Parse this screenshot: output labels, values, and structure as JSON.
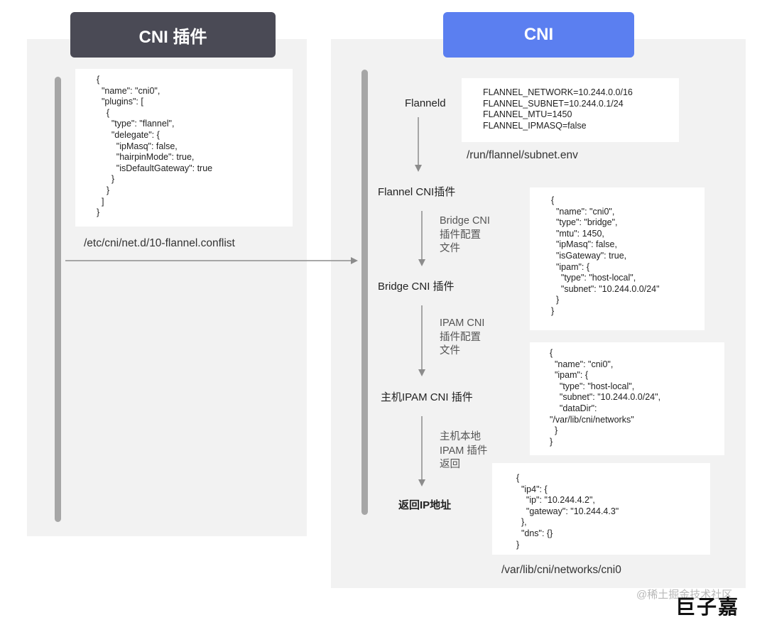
{
  "left": {
    "title": "CNI 插件",
    "config_json": "{\n  \"name\": \"cni0\",\n  \"plugins\": [\n    {\n      \"type\": \"flannel\",\n      \"delegate\": {\n        \"ipMasq\": false,\n        \"hairpinMode\": true,\n        \"isDefaultGateway\": true\n      }\n    }\n  ]\n}",
    "config_path": "/etc/cni/net.d/10-flannel.conflist"
  },
  "right": {
    "title": "CNI",
    "steps": {
      "flanneld": "Flanneld",
      "flannel_cni": "Flannel CNI插件",
      "bridge_cni": "Bridge CNI 插件",
      "host_ipam": "主机IPAM CNI 插件",
      "return_ip": "返回IP地址"
    },
    "edge_notes": {
      "bridge_config": "Bridge CNI\n插件配置\n文件",
      "ipam_config": "IPAM CNI\n插件配置\n文件",
      "host_return": "主机本地\nIPAM 插件\n返回"
    },
    "subnet_env": "FLANNEL_NETWORK=10.244.0.0/16\nFLANNEL_SUBNET=10.244.0.1/24\nFLANNEL_MTU=1450\nFLANNEL_IPMASQ=false",
    "subnet_env_path": "/run/flannel/subnet.env",
    "bridge_json": "{\n  \"name\": \"cni0\",\n  \"type\": \"bridge\",\n  \"mtu\": 1450,\n  \"ipMasq\": false,\n  \"isGateway\": true,\n  \"ipam\": {\n    \"type\": \"host-local\",\n    \"subnet\": \"10.244.0.0/24\"\n  }\n}",
    "ipam_json": "{\n  \"name\": \"cni0\",\n  \"ipam\": {\n    \"type\": \"host-local\",\n    \"subnet\": \"10.244.0.0/24\",\n    \"dataDir\":\n\"/var/lib/cni/networks\"\n  }\n}",
    "result_json": "{\n  \"ip4\": {\n    \"ip\": \"10.244.4.2\",\n    \"gateway\": \"10.244.4.3\"\n  },\n  \"dns\": {}\n}",
    "result_path": "/var/lib/cni/networks/cni0"
  },
  "watermark": {
    "site": "@稀土掘金技术社区",
    "author": "巨子嘉"
  },
  "colors": {
    "left_header": "#4a4a55",
    "right_header": "#5b7ff0",
    "panel": "#f2f2f2",
    "bar": "#a6a6a6",
    "arrow": "#8c8c8c"
  }
}
